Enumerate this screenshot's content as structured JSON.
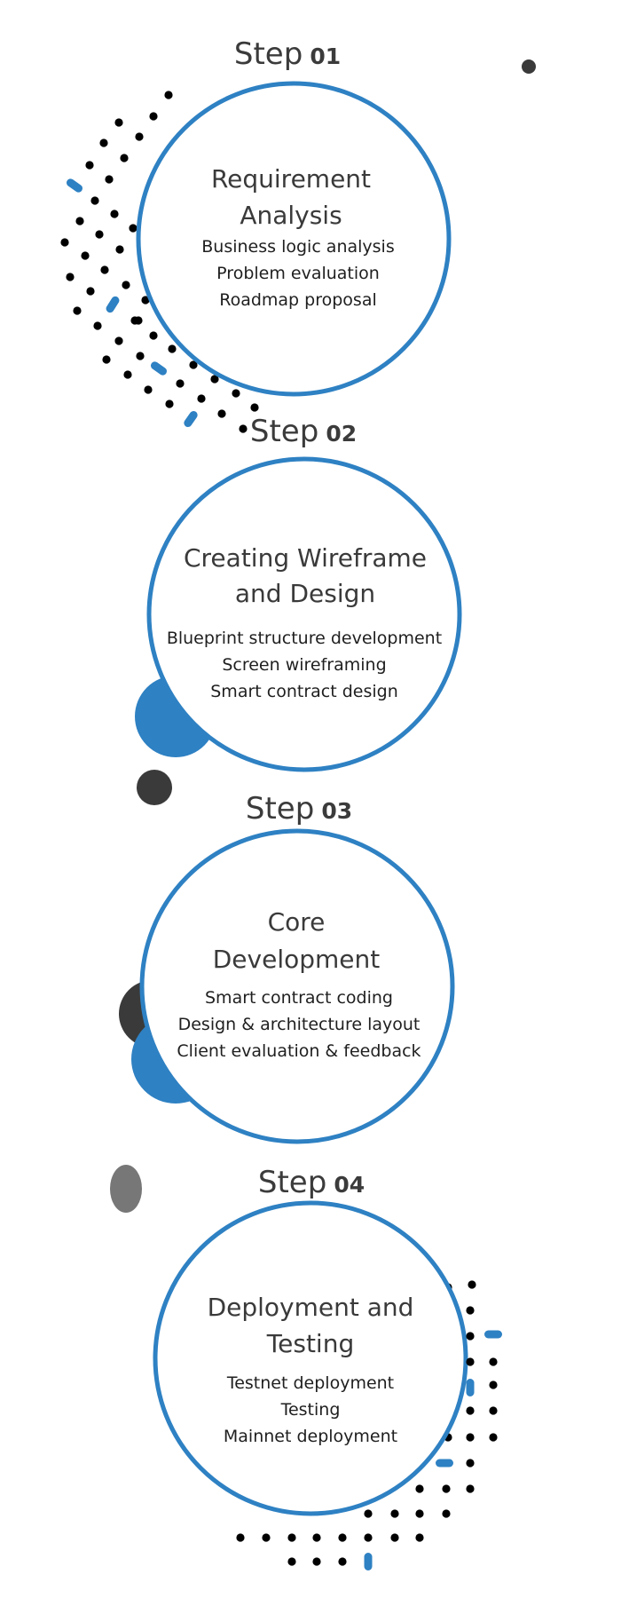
{
  "colors": {
    "accent": "#2e81c3",
    "dark": "#3a3a3a",
    "gray": "#777777",
    "dot": "#000000"
  },
  "steps": [
    {
      "word": "Step",
      "num": "01",
      "title": [
        "Requirement",
        "Analysis"
      ],
      "items": [
        "Business logic analysis",
        "Problem evaluation",
        "Roadmap proposal"
      ]
    },
    {
      "word": "Step",
      "num": "02",
      "title": [
        "Creating Wireframe",
        "and Design"
      ],
      "items": [
        "Blueprint structure development",
        "Screen wireframing",
        "Smart contract design"
      ]
    },
    {
      "word": "Step",
      "num": "03",
      "title": [
        "Core",
        "Development"
      ],
      "items": [
        "Smart contract coding",
        "Design & architecture layout",
        "Client evaluation & feedback"
      ]
    },
    {
      "word": "Step",
      "num": "04",
      "title": [
        "Deployment and",
        "Testing"
      ],
      "items": [
        "Testnet deployment",
        "Testing",
        "Mainnet deployment"
      ]
    }
  ]
}
